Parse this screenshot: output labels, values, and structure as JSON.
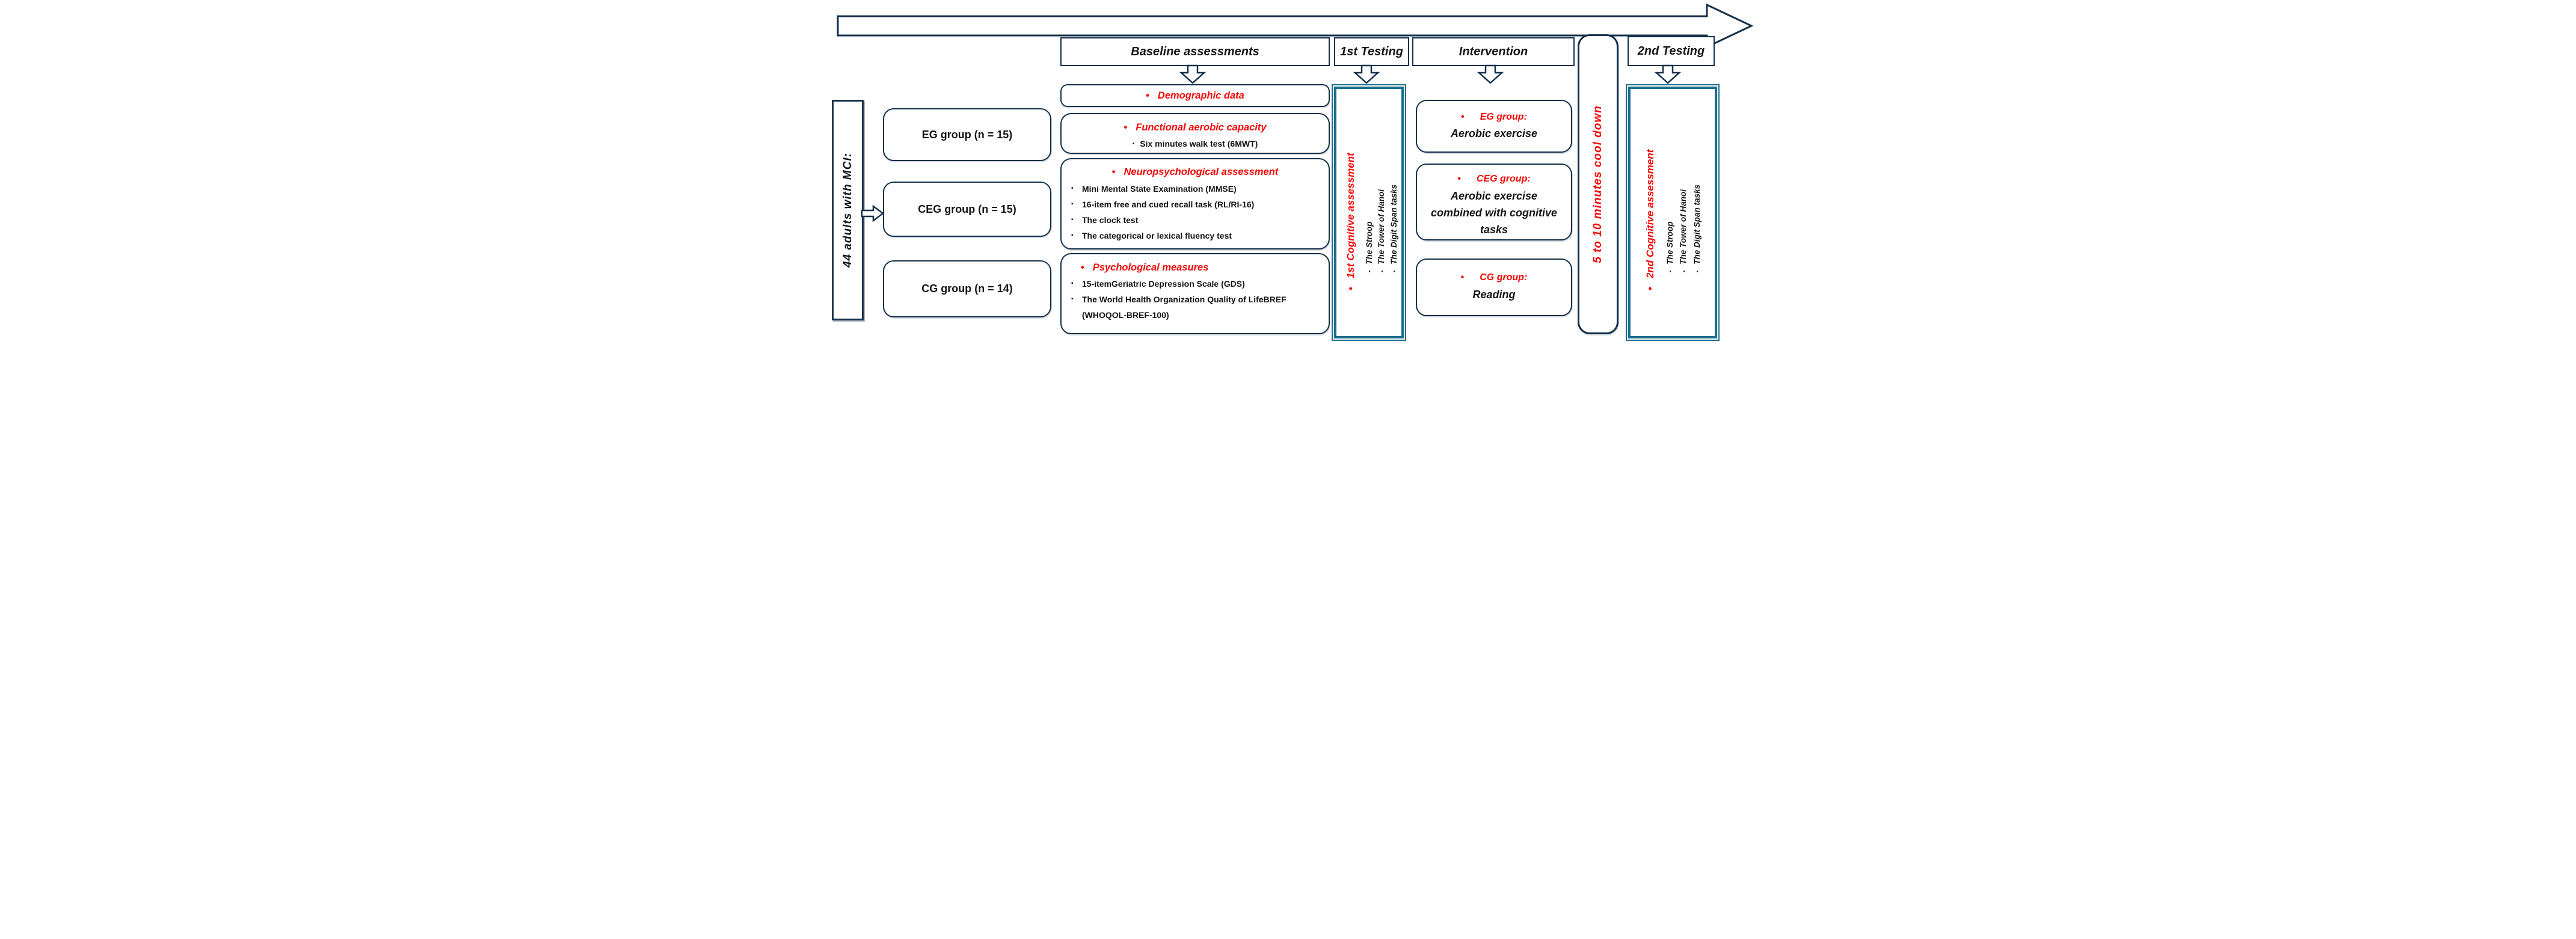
{
  "palette": {
    "navy": "#13304a",
    "teal": "#1b6e8c",
    "red": "#f50505",
    "black": "#141414"
  },
  "bullets": {
    "dot": "•",
    "square": "▪"
  },
  "timeline": {
    "headers": [
      {
        "label": "Baseline assessments"
      },
      {
        "label": "1st Testing"
      },
      {
        "label": "Intervention"
      },
      {
        "label": "2nd Testing"
      }
    ]
  },
  "left_panel": {
    "label": "44 adults with MCI:"
  },
  "groups": [
    {
      "label": "EG group (n = 15)"
    },
    {
      "label": "CEG group (n = 15)"
    },
    {
      "label": "CG group (n = 14)"
    }
  ],
  "baseline_boxes": [
    {
      "title": "Demographic data",
      "items": []
    },
    {
      "title": "Functional aerobic capacity",
      "items": [
        "Six minutes walk test (6MWT)"
      ]
    },
    {
      "title": "Neuropsychological assessment",
      "items": [
        "Mini Mental State Examination (MMSE)",
        "16-item free and cued recall task (RL/RI-16)",
        "The clock test",
        "The categorical or lexical fluency test"
      ]
    },
    {
      "title": "Psychological measures",
      "items": [
        "15-itemGeriatric Depression Scale (GDS)",
        "The World Health Organization Quality of LifeBREF (WHOQOL-BREF-100)"
      ]
    }
  ],
  "first_cognitive": {
    "title": "1st Cognitive assessment",
    "items": [
      "The Stroop",
      "The Tower of Hanoi",
      "The Digit Span tasks"
    ]
  },
  "interventions": [
    {
      "group": "EG group:",
      "activity": "Aerobic exercise"
    },
    {
      "group": "CEG group:",
      "activity": "Aerobic exercise combined with cognitive tasks"
    },
    {
      "group": "CG group:",
      "activity": "Reading"
    }
  ],
  "cooldown": {
    "label": "5 to 10 minutes cool down"
  },
  "second_cognitive": {
    "title": "2nd Cognitive assessment",
    "items": [
      "The Stroop",
      "The Tower of Hanoi",
      "The Digit Span tasks"
    ]
  }
}
